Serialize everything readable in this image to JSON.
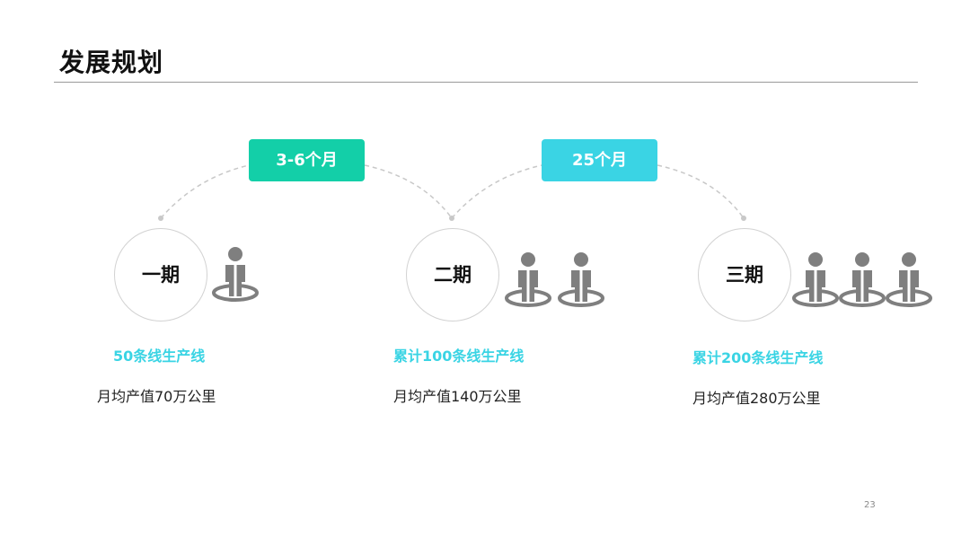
{
  "slide": {
    "title": "发展规划",
    "page_number": "23"
  },
  "connectors": [
    {
      "label": "3-6个月",
      "color": "#13cfa8"
    },
    {
      "label": "25个月",
      "color": "#3ad4e4"
    }
  ],
  "phases": [
    {
      "name": "一期",
      "line_count": "50条线生产线",
      "monthly_output": "月均产值70万公里",
      "person_count": 1
    },
    {
      "name": "二期",
      "line_count": "累计100条线生产线",
      "monthly_output": "月均产值140万公里",
      "person_count": 2
    },
    {
      "name": "三期",
      "line_count": "累计200条线生产线",
      "monthly_output": "月均产值280万公里",
      "person_count": 3
    }
  ],
  "colors": {
    "accent_green": "#13cfa8",
    "accent_cyan": "#3ad4e4",
    "icon_gray": "#7f7f7f",
    "dash_gray": "#c8c8c8"
  },
  "icons": {
    "person": "person-on-ring-icon"
  }
}
